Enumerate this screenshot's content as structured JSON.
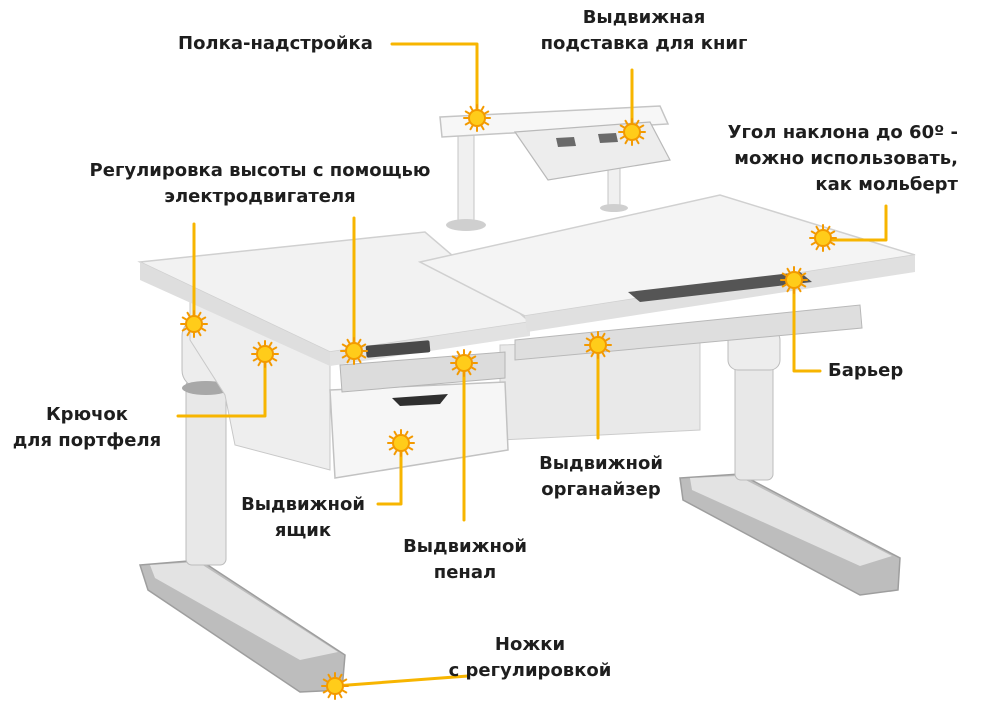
{
  "colors": {
    "callout": "#f7b500",
    "marker_fill": "#ffcc1a",
    "marker_ring": "#f39a00",
    "desk_top": "#f1f1f1",
    "desk_edge": "#d9d9d9",
    "frame": "#e6e6e6",
    "frame_dark": "#9e9e9e",
    "text": "#1e1e1e"
  },
  "callouts": {
    "shelf": {
      "lines": [
        "Полка-надстройка"
      ],
      "icon": "sun-marker-icon"
    },
    "book_stand": {
      "lines": [
        "Выдвижная",
        "подставка для книг"
      ],
      "icon": "sun-marker-icon"
    },
    "tilt": {
      "lines": [
        "Угол наклона до 60º -",
        "можно использовать,",
        "как мольберт"
      ],
      "icon": "sun-marker-icon"
    },
    "height": {
      "lines": [
        "Регулировка высоты с помощью",
        "электродвигателя"
      ],
      "icon": "sun-marker-icon"
    },
    "hook": {
      "lines": [
        "Крючок",
        "для портфеля"
      ],
      "icon": "sun-marker-icon"
    },
    "barrier": {
      "lines": [
        "Барьер"
      ],
      "icon": "sun-marker-icon"
    },
    "organizer": {
      "lines": [
        "Выдвижной",
        "органайзер"
      ],
      "icon": "sun-marker-icon"
    },
    "drawer": {
      "lines": [
        "Выдвижной",
        "ящик"
      ],
      "icon": "sun-marker-icon"
    },
    "pencil_case": {
      "lines": [
        "Выдвижной",
        "пенал"
      ],
      "icon": "sun-marker-icon"
    },
    "legs": {
      "lines": [
        "Ножки",
        "с регулировкой"
      ],
      "icon": "sun-marker-icon"
    }
  }
}
